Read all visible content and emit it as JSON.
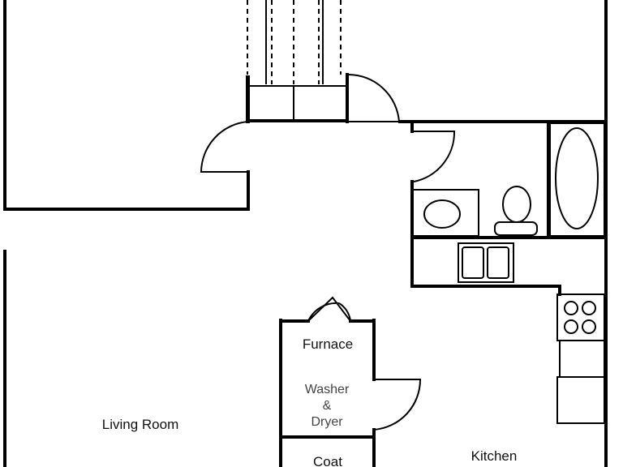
{
  "colors": {
    "wall": "#000000",
    "background": "#ffffff",
    "label": "#222222"
  },
  "rooms": {
    "living_room": "Living Room",
    "kitchen": "Kitchen",
    "furnace": "Furnace",
    "washer_dryer_line1": "Washer",
    "washer_dryer_line2": "&",
    "washer_dryer_line3": "Dryer",
    "coat": "Coat"
  },
  "fixtures": [
    "bathtub-icon",
    "toilet-icon",
    "bathroom-sink-icon",
    "double-sink-icon",
    "stove-icon",
    "refrigerator-icon"
  ]
}
